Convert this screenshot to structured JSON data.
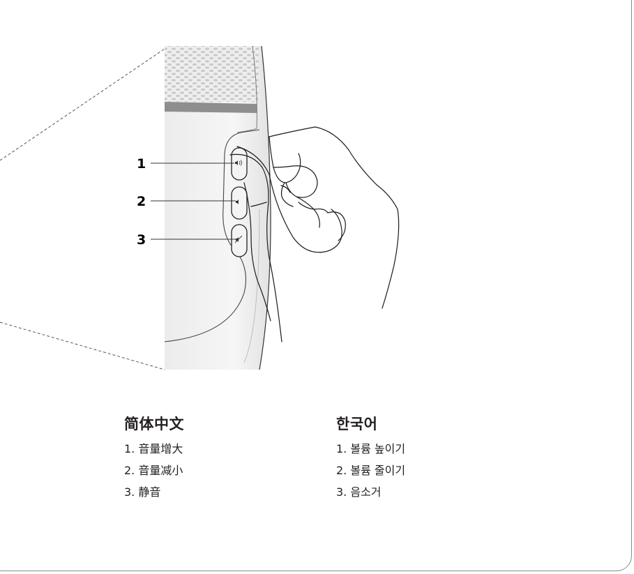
{
  "callouts": [
    "1",
    "2",
    "3"
  ],
  "icons": {
    "volume_up": "volume-up-icon",
    "volume_down": "volume-down-icon",
    "mute": "mute-icon"
  },
  "chinese": {
    "title": "简体中文",
    "items": [
      "1. 音量增大",
      "2. 音量减小",
      "3. 静音"
    ]
  },
  "korean": {
    "title": "한국어",
    "items": [
      "1. 볼륨 높이기",
      "2. 볼륨 줄이기",
      "3. 음소거"
    ]
  }
}
